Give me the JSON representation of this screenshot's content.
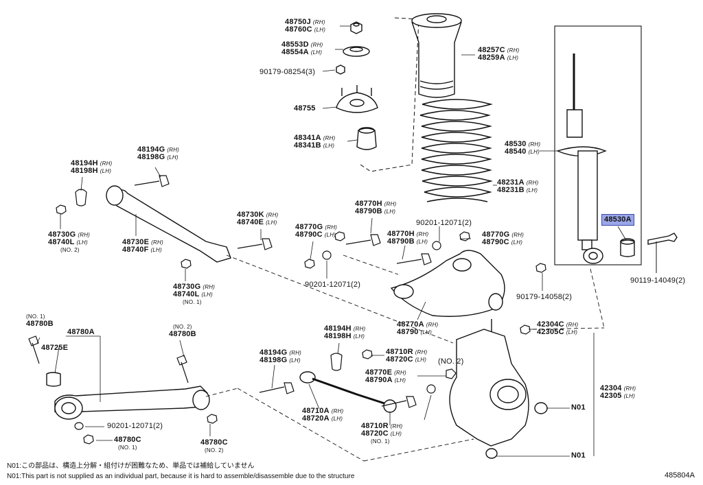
{
  "labels": {
    "p48750": {
      "code": "48750J",
      "side": "(RH)"
    },
    "p48760": {
      "code": "48760C",
      "side": "(LH)"
    },
    "p48553": {
      "code": "48553D",
      "side": "(RH)"
    },
    "p48554": {
      "code": "48554A",
      "side": "(LH)"
    },
    "p90179a": {
      "code": "90179-08254(3)"
    },
    "p48755": {
      "code": "48755"
    },
    "p48341a": {
      "code": "48341A",
      "side": "(RH)"
    },
    "p48341b": {
      "code": "48341B",
      "side": "(LH)"
    },
    "p48257": {
      "code": "48257C",
      "side": "(RH)"
    },
    "p48259": {
      "code": "48259A",
      "side": "(LH)"
    },
    "p48530": {
      "code": "48530",
      "side": "(RH)"
    },
    "p48540": {
      "code": "48540",
      "side": "(LH)"
    },
    "p48231a": {
      "code": "48231A",
      "side": "(RH)"
    },
    "p48231b": {
      "code": "48231B",
      "side": "(LH)"
    },
    "p48530a": {
      "code": "48530A"
    },
    "p90119": {
      "code": "90119-14049(2)"
    },
    "p90179b": {
      "code": "90179-14058(2)"
    },
    "p48194a": {
      "code": "48194G",
      "side": "(RH)"
    },
    "p48198a": {
      "code": "48198G",
      "side": "(LH)"
    },
    "p48194b": {
      "code": "48194H",
      "side": "(RH)"
    },
    "p48198b": {
      "code": "48198H",
      "side": "(LH)"
    },
    "p48730g1": {
      "code": "48730G",
      "side": "(RH)"
    },
    "p48740l1": {
      "code": "48740L",
      "side": "(LH)"
    },
    "p48730g1n": {
      "code": "(NO. 2)"
    },
    "p48730e": {
      "code": "48730E",
      "side": "(RH)"
    },
    "p48740f": {
      "code": "48740F",
      "side": "(LH)"
    },
    "p48730k": {
      "code": "48730K",
      "side": "(RH)"
    },
    "p48740e": {
      "code": "48740E",
      "side": "(LH)"
    },
    "p48730g2": {
      "code": "48730G",
      "side": "(RH)"
    },
    "p48740l2": {
      "code": "48740L",
      "side": "(LH)"
    },
    "p48730g2n": {
      "code": "(NO. 1)"
    },
    "p48770h1": {
      "code": "48770H",
      "side": "(RH)"
    },
    "p48790b1": {
      "code": "48790B",
      "side": "(LH)"
    },
    "p48770g1": {
      "code": "48770G",
      "side": "(RH)"
    },
    "p48790c1": {
      "code": "48790C",
      "side": "(LH)"
    },
    "p90201a": {
      "code": "90201-12071(2)"
    },
    "p48770h2": {
      "code": "48770H",
      "side": "(RH)"
    },
    "p48790b2": {
      "code": "48790B",
      "side": "(LH)"
    },
    "p48770g2": {
      "code": "48770G",
      "side": "(RH)"
    },
    "p48790c2": {
      "code": "48790C",
      "side": "(LH)"
    },
    "p90201b": {
      "code": "90201-12071(2)"
    },
    "p48770a": {
      "code": "48770A",
      "side": "(RH)"
    },
    "p48790": {
      "code": "48790",
      "side": "(LH)"
    },
    "p42304c": {
      "code": "42304C",
      "side": "(RH)"
    },
    "p42305c": {
      "code": "42305C",
      "side": "(LH)"
    },
    "p48780b1n": {
      "code": "(NO. 1)"
    },
    "p48780b1": {
      "code": "48780B"
    },
    "p48780a": {
      "code": "48780A"
    },
    "p48725e": {
      "code": "48725E"
    },
    "p48780b2n": {
      "code": "(NO. 2)"
    },
    "p48780b2": {
      "code": "48780B"
    },
    "p48194c": {
      "code": "48194H",
      "side": "(RH)"
    },
    "p48198c": {
      "code": "48198H",
      "side": "(LH)"
    },
    "p48194d": {
      "code": "48194G",
      "side": "(RH)"
    },
    "p48198d": {
      "code": "48198G",
      "side": "(LH)"
    },
    "p48710r1": {
      "code": "48710R",
      "side": "(RH)"
    },
    "p48720c1": {
      "code": "48720C",
      "side": "(LH)"
    },
    "p48770e": {
      "code": "48770E",
      "side": "(RH)"
    },
    "p48790a": {
      "code": "48790A",
      "side": "(LH)"
    },
    "p48770en": {
      "code": "(NO. 2)"
    },
    "p42304": {
      "code": "42304",
      "side": "(RH)"
    },
    "p42305": {
      "code": "42305",
      "side": "(LH)"
    },
    "p90201c": {
      "code": "90201-12071(2)"
    },
    "p48780c1": {
      "code": "48780C"
    },
    "p48780c1n": {
      "code": "(NO. 1)"
    },
    "p48780c2": {
      "code": "48780C"
    },
    "p48780c2n": {
      "code": "(NO. 2)"
    },
    "p48710a": {
      "code": "48710A",
      "side": "(RH)"
    },
    "p48720a": {
      "code": "48720A",
      "side": "(LH)"
    },
    "p48710r2": {
      "code": "48710R",
      "side": "(RH)"
    },
    "p48720c2": {
      "code": "48720C",
      "side": "(LH)"
    },
    "p48710r2n": {
      "code": "(NO. 1)"
    },
    "n01a": {
      "code": "N01"
    },
    "n01b": {
      "code": "N01"
    }
  },
  "notes": {
    "jp": "N01:この部品は、構造上分解・組付けが困難なため、単品では補給していません",
    "en": "N01:This part is not supplied as an individual part, because it is hard to assemble/disassemble due to the structure"
  },
  "reference": "485804A",
  "highlight_color": "#9aa6e8"
}
